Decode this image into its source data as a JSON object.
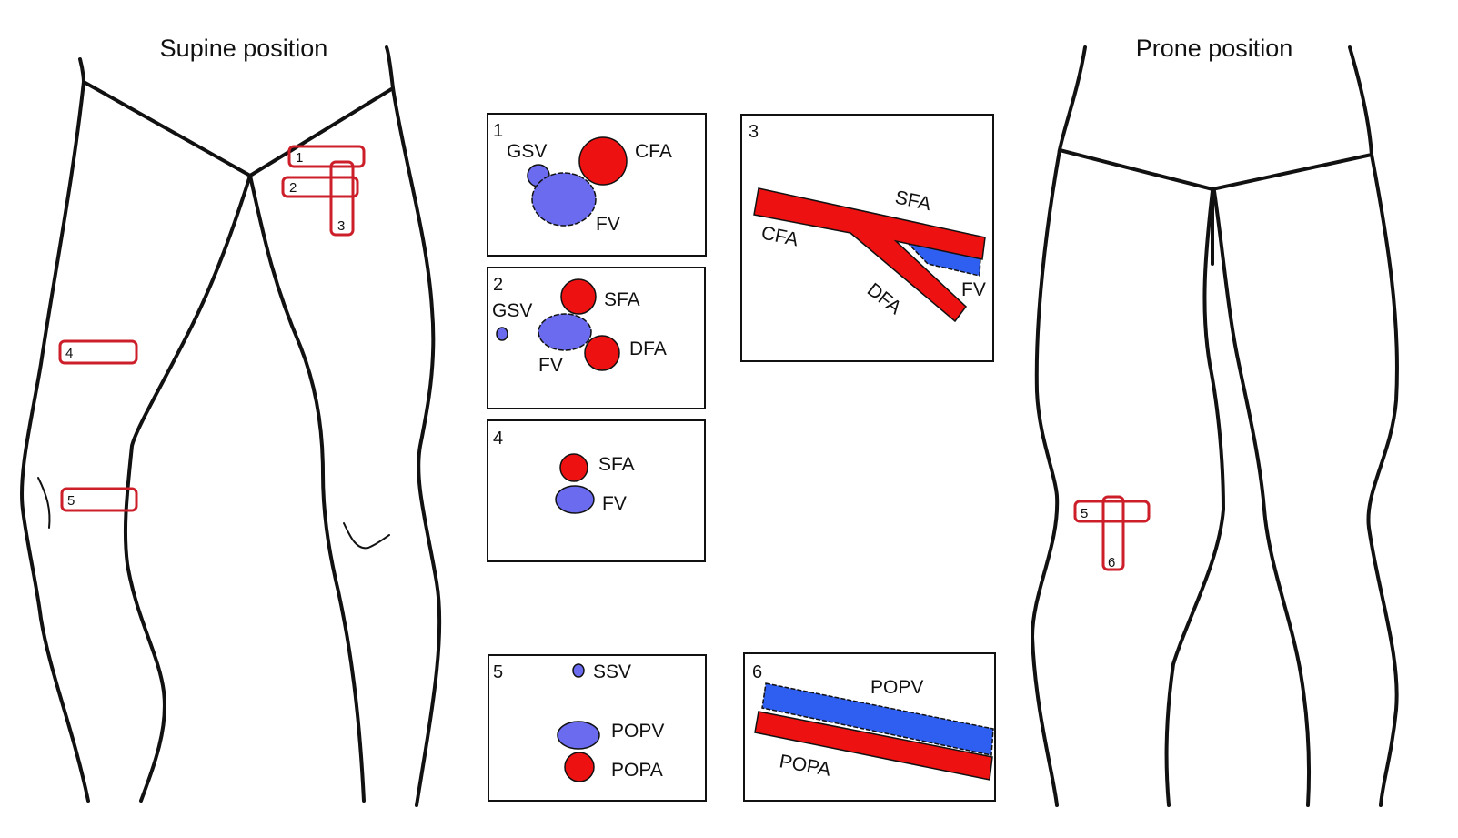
{
  "titles": {
    "supine": "Supine position",
    "prone": "Prone position"
  },
  "colors": {
    "artery": "#ee1111",
    "vein_light": "#6b6bef",
    "vein_dark": "#2f5ff0",
    "marker": "#cc1f2a",
    "outline": "#111111"
  },
  "markers": {
    "m1": "1",
    "m2": "2",
    "m3": "3",
    "m4": "4",
    "m5": "5",
    "p5": "5",
    "p6": "6"
  },
  "panels": {
    "p1": {
      "num": "1",
      "gsv": "GSV",
      "cfa": "CFA",
      "fv": "FV"
    },
    "p2": {
      "num": "2",
      "sfa": "SFA",
      "gsv": "GSV",
      "dfa": "DFA",
      "fv": "FV"
    },
    "p3": {
      "num": "3",
      "sfa": "SFA",
      "cfa": "CFA",
      "dfa": "DFA",
      "fv": "FV"
    },
    "p4": {
      "num": "4",
      "sfa": "SFA",
      "fv": "FV"
    },
    "p5": {
      "num": "5",
      "ssv": "SSV",
      "popv": "POPV",
      "popa": "POPA"
    },
    "p6": {
      "num": "6",
      "popv": "POPV",
      "popa": "POPA"
    }
  }
}
